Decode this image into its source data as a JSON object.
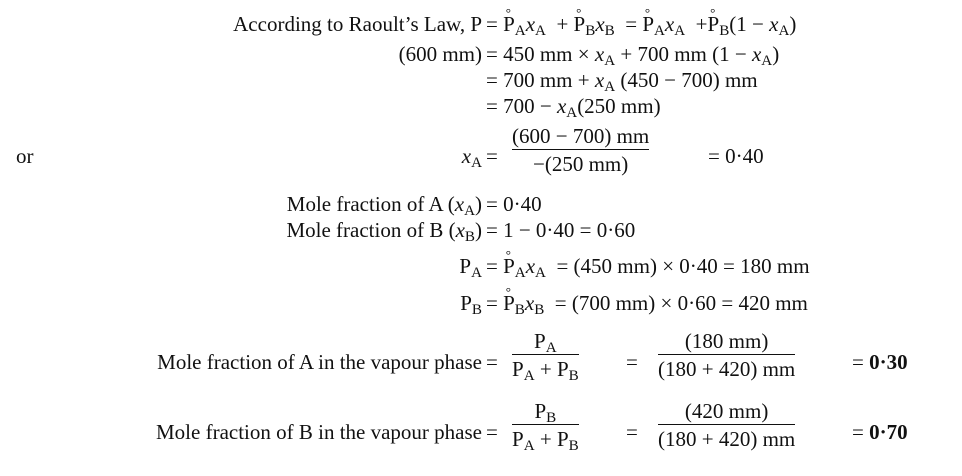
{
  "l1": {
    "label": "According to Raoult’s Law, P",
    "eq": "=",
    "p": "P",
    "a": "A",
    "x": "x",
    "plus": "+",
    "b": "B",
    "one_minus": "(1 − ",
    "close": ")"
  },
  "l2": {
    "label": "(600 mm)",
    "eq": "=",
    "t1": "450 mm × ",
    "t2": " + 700 mm (1 − ",
    "close": ")"
  },
  "l3": {
    "eq": "=",
    "t1": "700 mm + ",
    "t2": " (450 − 700) mm"
  },
  "l4": {
    "eq": "=",
    "t1": "700 − ",
    "t2": "(250 mm)"
  },
  "l5": {
    "or": "or",
    "eq": "=",
    "num": "(600 − 700) mm",
    "den": "−(250 mm)",
    "res": "= 0·40"
  },
  "l6": {
    "label_pre": "Mole fraction of A (",
    "label_post": ")",
    "val": "= 0·40"
  },
  "l7": {
    "label_pre": "Mole fraction of B (",
    "label_post": ")",
    "val": "= 1 − 0·40 = 0·60"
  },
  "l8": {
    "eq": "=",
    "rest": "= (450 mm) × 0·40 = 180 mm"
  },
  "l9": {
    "eq": "=",
    "rest": "= (700 mm) × 0·60 = 420 mm"
  },
  "l10": {
    "label": "Mole fraction of A in the vapour phase",
    "eq": "=",
    "den_plus": " + ",
    "eq2": "=",
    "num2": "(180 mm)",
    "den2": "(180 + 420) mm",
    "res_eq": "= ",
    "res": "0·30"
  },
  "l11": {
    "label": "Mole fraction of B in the vapour phase",
    "eq": "=",
    "den_plus": " + ",
    "eq2": "=",
    "num2": "(420 mm)",
    "den2": "(180 + 420) mm",
    "res_eq": "= ",
    "res": "0·70"
  },
  "sym": {
    "P": "P",
    "x": "x",
    "A": "A",
    "B": "B",
    "deg": "°"
  }
}
